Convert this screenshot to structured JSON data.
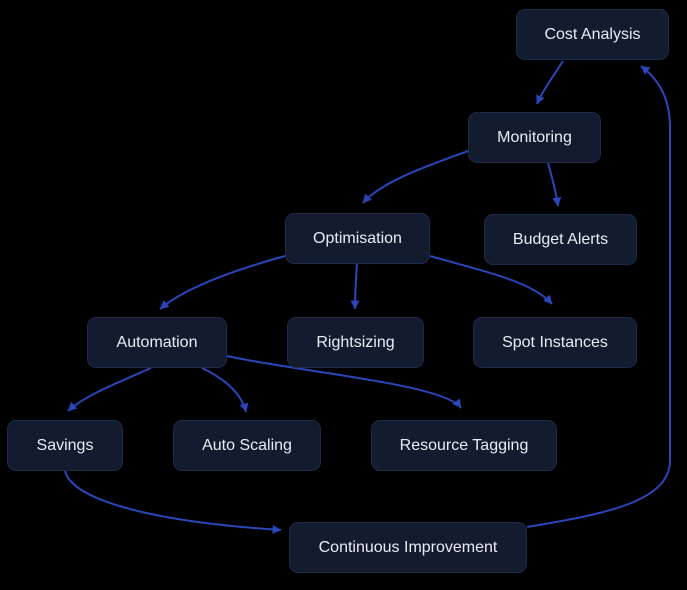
{
  "diagram": {
    "type": "flowchart",
    "direction": "top-down",
    "colors": {
      "background": "#000000",
      "node_fill": "#131c2f",
      "node_border": "#1d2946",
      "node_text": "#e9ecf2",
      "edge": "#2a46b8"
    },
    "nodes": [
      {
        "id": "cost-analysis",
        "label": "Cost Analysis"
      },
      {
        "id": "monitoring",
        "label": "Monitoring"
      },
      {
        "id": "optimisation",
        "label": "Optimisation"
      },
      {
        "id": "budget-alerts",
        "label": "Budget Alerts"
      },
      {
        "id": "automation",
        "label": "Automation"
      },
      {
        "id": "rightsizing",
        "label": "Rightsizing"
      },
      {
        "id": "spot-instances",
        "label": "Spot Instances"
      },
      {
        "id": "savings",
        "label": "Savings"
      },
      {
        "id": "auto-scaling",
        "label": "Auto Scaling"
      },
      {
        "id": "resource-tagging",
        "label": "Resource Tagging"
      },
      {
        "id": "continuous-improvement",
        "label": "Continuous Improvement"
      }
    ],
    "edges": [
      {
        "from": "Cost Analysis",
        "to": "Monitoring"
      },
      {
        "from": "Monitoring",
        "to": "Optimisation"
      },
      {
        "from": "Monitoring",
        "to": "Budget Alerts"
      },
      {
        "from": "Optimisation",
        "to": "Automation"
      },
      {
        "from": "Optimisation",
        "to": "Rightsizing"
      },
      {
        "from": "Optimisation",
        "to": "Spot Instances"
      },
      {
        "from": "Automation",
        "to": "Savings"
      },
      {
        "from": "Automation",
        "to": "Auto Scaling"
      },
      {
        "from": "Automation",
        "to": "Resource Tagging"
      },
      {
        "from": "Savings",
        "to": "Continuous Improvement"
      },
      {
        "from": "Continuous Improvement",
        "to": "Cost Analysis"
      }
    ]
  }
}
